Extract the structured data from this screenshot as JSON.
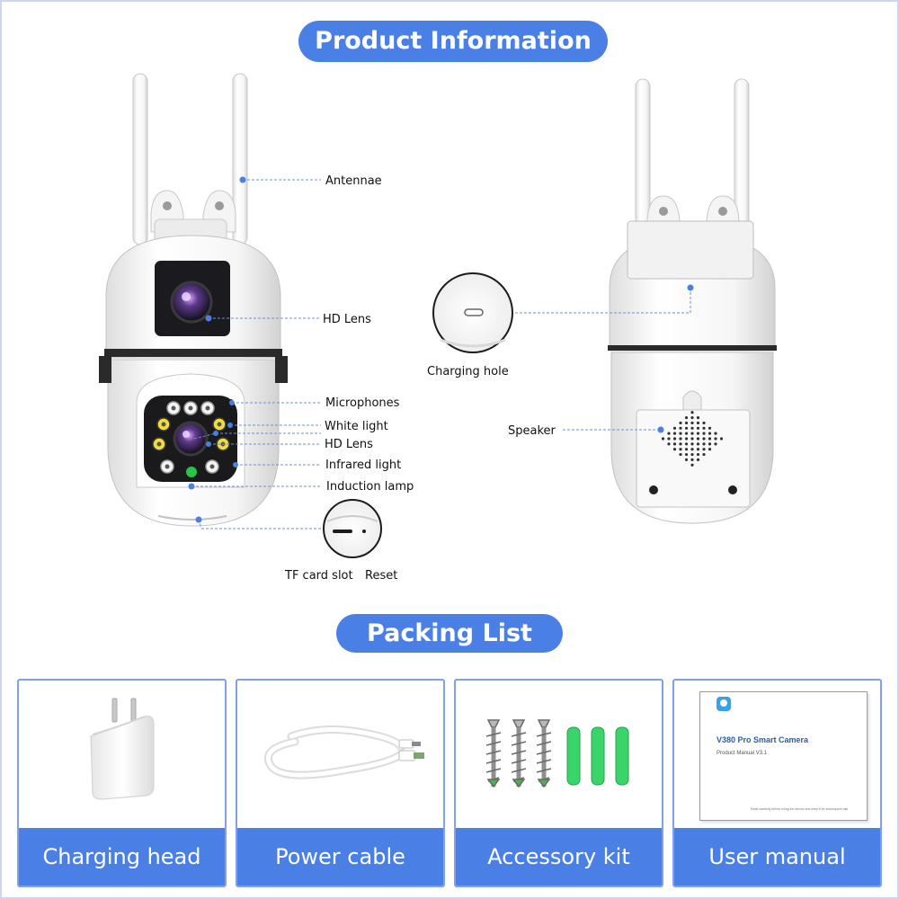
{
  "product_title": "Product Information",
  "packing_title": "Packing List",
  "callouts": {
    "antennae": "Antennae",
    "hd_lens_top": "HD Lens",
    "microphones": "Microphones",
    "white_light": "White light",
    "hd_lens_bottom": "HD Lens",
    "infrared_light": "Infrared light",
    "induction_lamp": "Induction lamp",
    "tf_card_slot": "TF card slot",
    "reset": "Reset",
    "charging_hole": "Charging hole",
    "speaker": "Speaker"
  },
  "packing_items": [
    "Charging head",
    "Power cable",
    "Accessory kit",
    "User manual"
  ],
  "manual_cover": {
    "title": "V380 Pro Smart Camera",
    "subtitle": "Product Manual  V3.1",
    "footnote": "Read carefully before using the device and keep it for subsequent use"
  },
  "colors": {
    "accent": "#4a7fe6",
    "card_border": "#7fa1ea",
    "leader_line": "#6f8fd8",
    "frame": "#c9d7f2",
    "led_yellow": "#f3dd3a",
    "led_green": "#29c34a",
    "anchor_green": "#3bd46a"
  },
  "icons": [
    "dot-marker-icon",
    "charging-head-icon",
    "cable-icon",
    "screw-icon",
    "anchor-icon",
    "manual-icon"
  ]
}
